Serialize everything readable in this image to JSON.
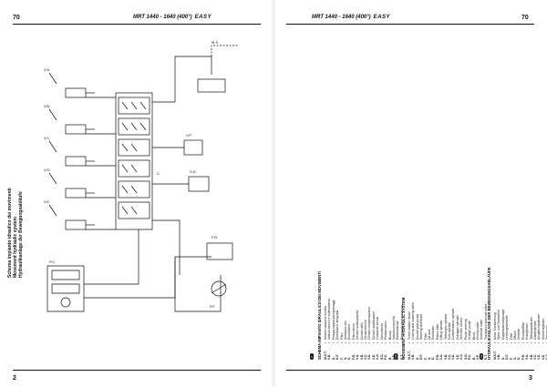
{
  "header": {
    "left_page_number": "70",
    "right_page_number": "70",
    "model": "MRT 1440 - 1640 (400°)",
    "logo": "EASY"
  },
  "footer": {
    "left_page_number": "2",
    "right_page_number": "3"
  },
  "diagram": {
    "titles": [
      "Schema impianto idraulico dei movimenti",
      "Movement hydraulic system",
      "Hydraulikanlage der Bewegungsabläufe"
    ],
    "labels": [
      "M.S.",
      "V.A.",
      "V.B.",
      "V.C.",
      "V.D.",
      "V.E.",
      "V.P.",
      "C.",
      "F.R.",
      "P.C.",
      "S.D.",
      "P.F."
    ]
  },
  "sections": [
    {
      "flag": "IT",
      "title": "SCHEMA IMPIANTO IDRAULICO DEI MOVIMENTI",
      "items": [
        {
          "code": "M.S.T.",
          "text": "Motore rotazione torretta"
        },
        {
          "code": "V.B.",
          "text": "Valvola blocco e sollevamento"
        },
        {
          "code": "D.",
          "text": "Pompa doppia ad ingranaggi"
        },
        {
          "code": "D.F.",
          "text": "Distributore idroguida"
        },
        {
          "code": "F.",
          "text": "Filtro"
        },
        {
          "code": "S.",
          "text": "Serbatoio olio"
        },
        {
          "code": "D.",
          "text": "Distributore"
        },
        {
          "code": "F.R.",
          "text": "Filtro ritorno"
        },
        {
          "code": "V.A.",
          "text": "Cilindro sollevamento"
        },
        {
          "code": "V.B.",
          "text": "Cilindro sfilo"
        },
        {
          "code": "V.C.",
          "text": "Cilindro forche"
        },
        {
          "code": "V.D.",
          "text": "Cilindro compensazione"
        },
        {
          "code": "V.E.",
          "text": "Cilindro stabilizzatori"
        },
        {
          "code": "C.S.",
          "text": "Comando servizi"
        },
        {
          "code": "S.D.",
          "text": "Servosterzo"
        },
        {
          "code": "P.C.",
          "text": "Pompa carico"
        },
        {
          "code": "B.",
          "text": "Blocco"
        },
        {
          "code": "V.P.",
          "text": "Valvola di priorità"
        },
        {
          "code": "E.A.",
          "text": "Elettrovalvola"
        },
        {
          "code": "E.T.",
          "text": "Elettrovalvola traslazione"
        }
      ]
    },
    {
      "flag": "GB",
      "title": "MOVEMENT HYDRAULIC SYSTEM",
      "items": [
        {
          "code": "M.S.T.",
          "text": "Turret rotation motor"
        },
        {
          "code": "V.B.",
          "text": "Locking and lowering valve"
        },
        {
          "code": "D.",
          "text": "Double gear pump"
        },
        {
          "code": "D.F.",
          "text": "Steering distributor"
        },
        {
          "code": "F.",
          "text": "Filter"
        },
        {
          "code": "S.",
          "text": "Oil tank"
        },
        {
          "code": "D.",
          "text": "Distributor"
        },
        {
          "code": "F.R.",
          "text": "Return filter"
        },
        {
          "code": "V.A.",
          "text": "Lifting cylinder"
        },
        {
          "code": "V.B.",
          "text": "Telescopic cylinder"
        },
        {
          "code": "V.C.",
          "text": "Fork cylinder"
        },
        {
          "code": "V.D.",
          "text": "Compensation cylinder"
        },
        {
          "code": "V.E.",
          "text": "Outrigger cylinder"
        },
        {
          "code": "C.S.",
          "text": "Services control"
        },
        {
          "code": "S.D.",
          "text": "Power steering"
        },
        {
          "code": "P.C.",
          "text": "Charge pump"
        },
        {
          "code": "B.",
          "text": "Block"
        },
        {
          "code": "V.P.",
          "text": "Priority valve"
        },
        {
          "code": "E.A.",
          "text": "Solenoid valve"
        },
        {
          "code": "E.T.",
          "text": "Translation solenoid valve"
        }
      ]
    },
    {
      "flag": "DE",
      "title": "HYDRAULIKANLAGE DER BEWEGUNGSABLÄUFE",
      "items": [
        {
          "code": "M.S.T.",
          "text": "Motor Turmdrehung"
        },
        {
          "code": "V.B.",
          "text": "Sperr- und Senkventil"
        },
        {
          "code": "D.",
          "text": "Doppelzahnradpumpe"
        },
        {
          "code": "D.F.",
          "text": "Lenkungsverteiler"
        },
        {
          "code": "F.",
          "text": "Filter"
        },
        {
          "code": "S.",
          "text": "Öltank"
        },
        {
          "code": "D.",
          "text": "Verteiler"
        },
        {
          "code": "F.R.",
          "text": "Rücklauffilter"
        },
        {
          "code": "V.A.",
          "text": "Hubzylinder"
        },
        {
          "code": "V.B.",
          "text": "Teleskopzylinder"
        },
        {
          "code": "V.C.",
          "text": "Gabelzylinder"
        },
        {
          "code": "V.D.",
          "text": "Ausgleichszylinder"
        },
        {
          "code": "V.E.",
          "text": "Stützenzylinder"
        },
        {
          "code": "C.S.",
          "text": "Steuerung"
        },
        {
          "code": "S.D.",
          "text": "Servolenkung"
        },
        {
          "code": "P.C.",
          "text": "Ladepumpe"
        },
        {
          "code": "B.",
          "text": "Block"
        },
        {
          "code": "V.P.",
          "text": "Prioritätsventil"
        },
        {
          "code": "E.A.",
          "text": "Magnetventil"
        },
        {
          "code": "E.T.",
          "text": "Magnetventil Fahrantrieb"
        }
      ]
    }
  ]
}
